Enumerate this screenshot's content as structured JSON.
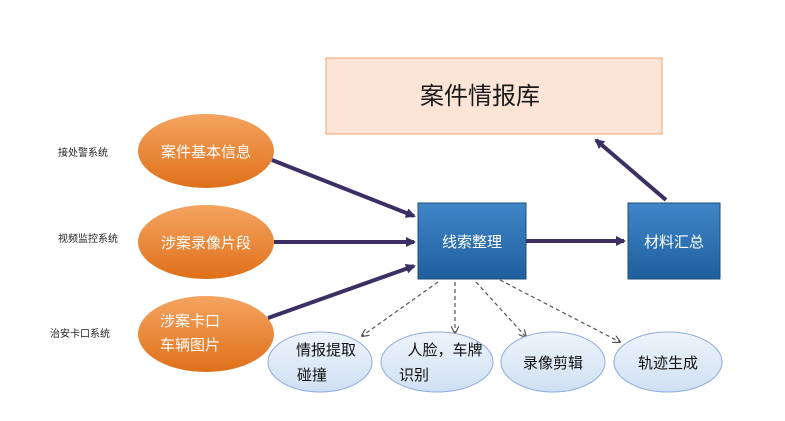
{
  "diagram": {
    "library": {
      "label": "案件情报库"
    },
    "sources": [
      {
        "system": "接处警系统",
        "label_lines": [
          "案件基本信息"
        ]
      },
      {
        "system": "视频监控系统",
        "label_lines": [
          "涉案录像片段"
        ]
      },
      {
        "system": "治安卡口系统",
        "label_lines": [
          "涉案卡口",
          "车辆图片"
        ]
      }
    ],
    "clue_box": {
      "label": "线索整理"
    },
    "material_box": {
      "label": "材料汇总"
    },
    "functions": [
      {
        "label_lines": [
          "情报提取",
          "碰撞"
        ]
      },
      {
        "label_lines": [
          "人脸，车牌",
          "识别"
        ]
      },
      {
        "label_lines": [
          "录像剪辑"
        ]
      },
      {
        "label_lines": [
          "轨迹生成"
        ]
      }
    ],
    "colors": {
      "library_fill": "#FCE4D6",
      "library_border": "#F4B183",
      "oval_fill": "#ED7D31",
      "box_fill": "#2E75B6",
      "box_border": "#1F4E79",
      "light_oval_fill": "#DEEBF7",
      "light_oval_border": "#8FAADC",
      "arrow": "#3B2F63",
      "dashed": "#555555"
    }
  }
}
